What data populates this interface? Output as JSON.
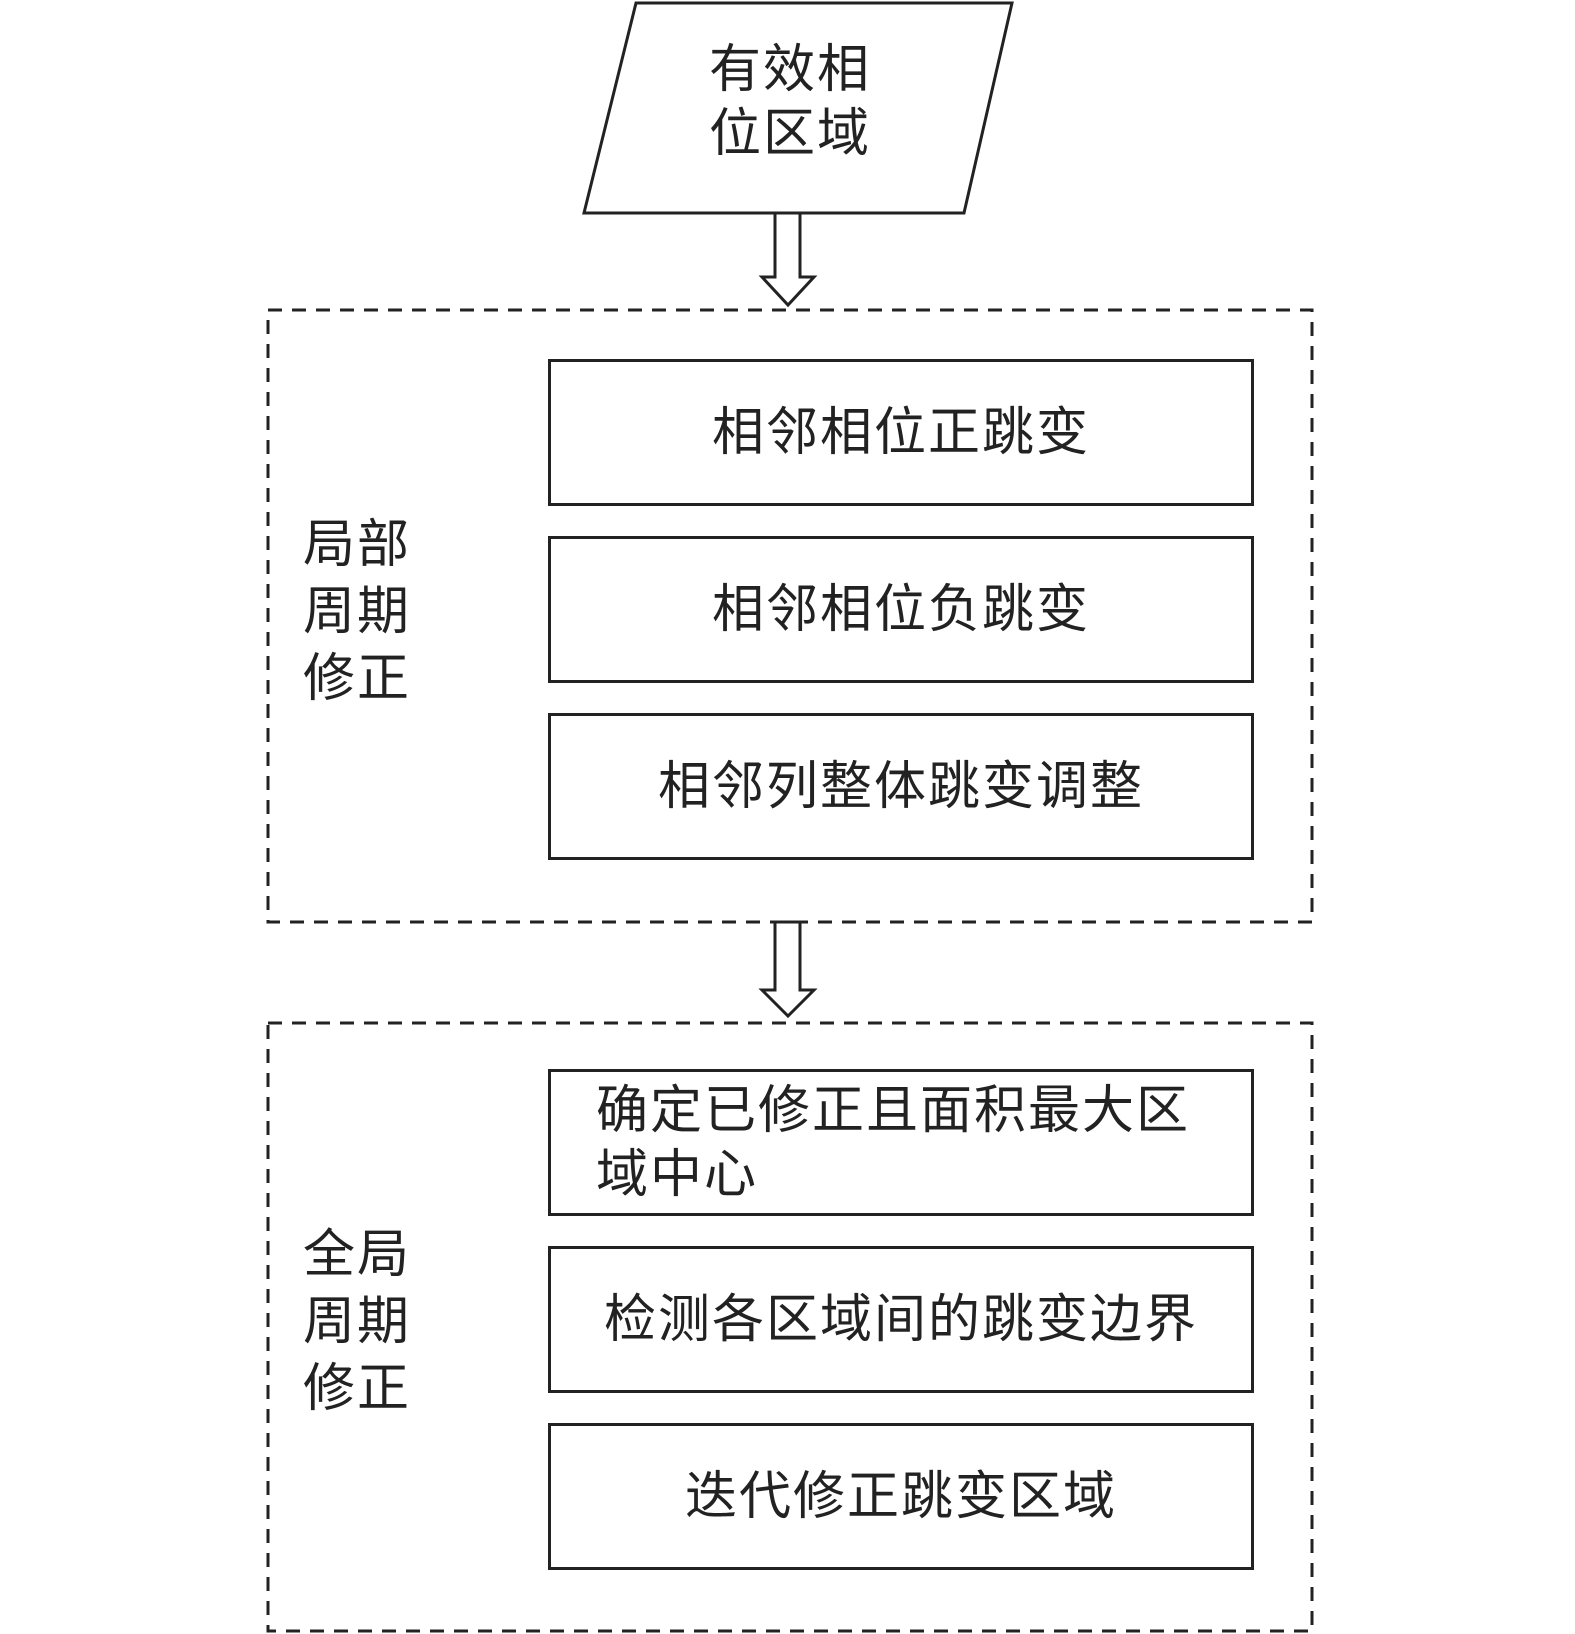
{
  "input": {
    "label": "有效相\n位区域"
  },
  "groups": [
    {
      "label": "局部\n周期\n修正",
      "steps": [
        "相邻相位正跳变",
        "相邻相位负跳变",
        "相邻列整体跳变调整"
      ]
    },
    {
      "label": "全局\n周期\n修正",
      "steps": [
        "确定已修正且面积最大区域中心",
        "检测各区域间的跳变边界",
        "迭代修正跳变区域"
      ]
    }
  ],
  "colors": {
    "stroke": "#222222",
    "background": "#ffffff"
  }
}
